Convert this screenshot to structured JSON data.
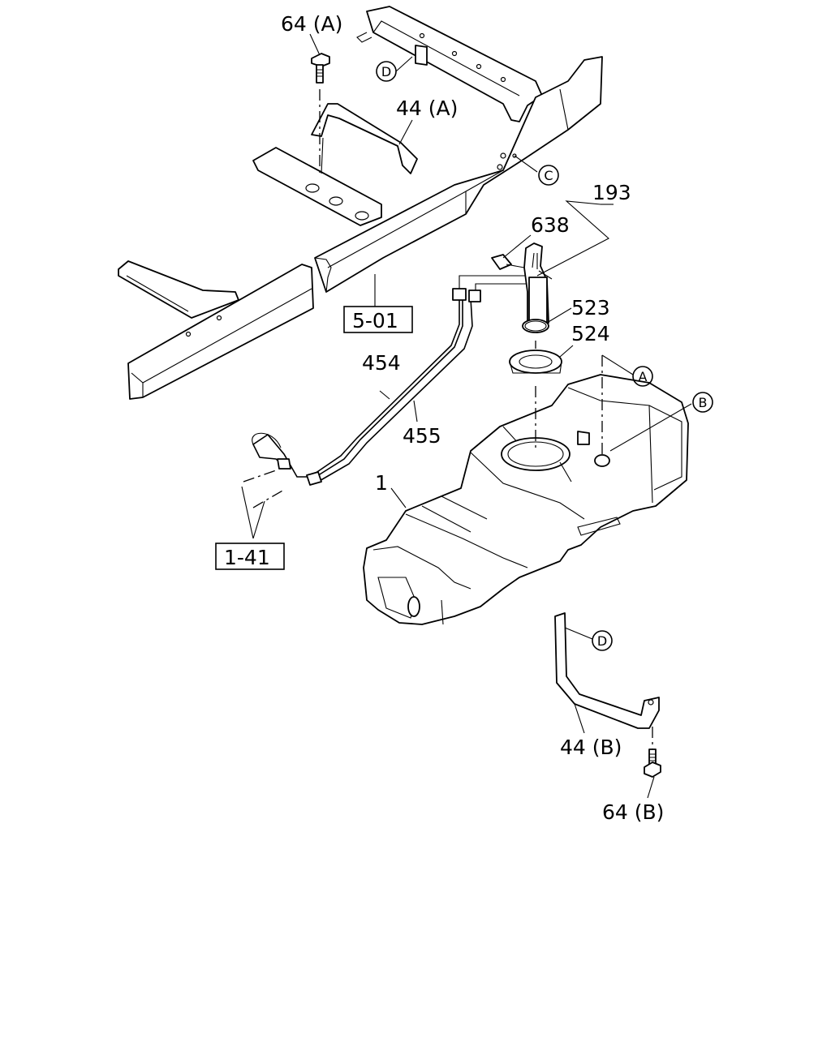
{
  "labels": {
    "bolt_a": "64 (A)",
    "bracket_a": "44 (A)",
    "fuel_pump": "193",
    "harness": "638",
    "o_ring": "523",
    "retainer": "524",
    "feed_pipe": "454",
    "return_pipe": "455",
    "tank": "1",
    "bracket_b": "44 (B)",
    "bolt_b": "64 (B)"
  },
  "ref_boxes": {
    "frame": "5-01",
    "pipes": "1-41"
  },
  "callouts": {
    "a": "A",
    "b": "B",
    "c": "C",
    "d_top": "D",
    "d_bottom": "D"
  }
}
